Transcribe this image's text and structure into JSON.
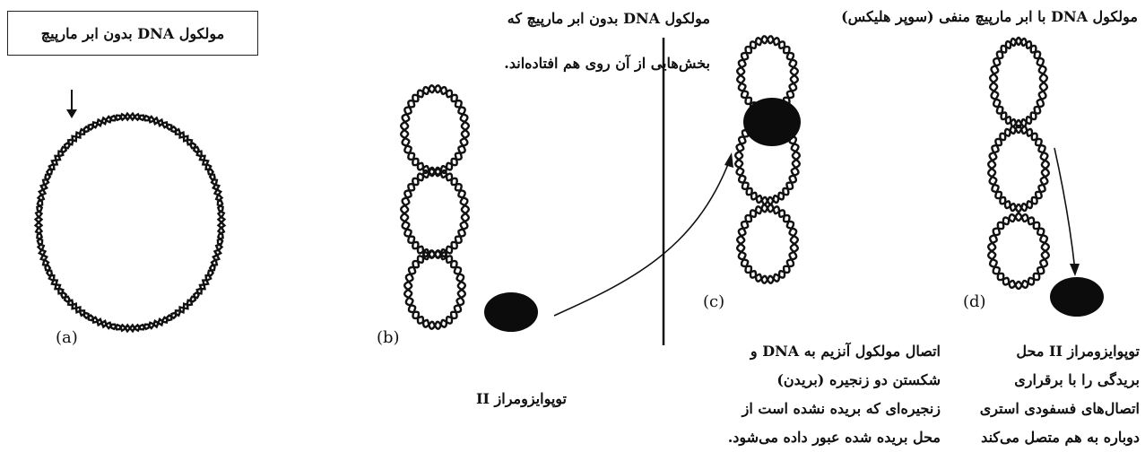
{
  "labels": {
    "a_box": "مولکول DNA بدون ابر مارپیچ",
    "b_title_line1": "مولکول DNA بدون ابر مارپیچ که",
    "b_title_line2": "بخش‌هایی از آن روی هم افتاده‌اند.",
    "d_title": "مولکول DNA با ابر مارپیچ منفی (سوپر هلیکس)",
    "enzyme": "توپوایزومراز II",
    "c_caption": [
      "اتصال مولکول آنزیم به DNA و",
      "شکستن دو زنجیره (بریدن)",
      "زنجیره‌ای که بریده نشده است از",
      "محل بریده شده عبور داده می‌شود."
    ],
    "d_caption": [
      "توپوایزومراز II محل",
      "بریدگی را با برقراری",
      "اتصال‌های فسفودی استری",
      "دوباره به هم متصل می‌کند"
    ]
  },
  "panels": {
    "a": "(a)",
    "b": "(b)",
    "c": "(c)",
    "d": "(d)"
  }
}
